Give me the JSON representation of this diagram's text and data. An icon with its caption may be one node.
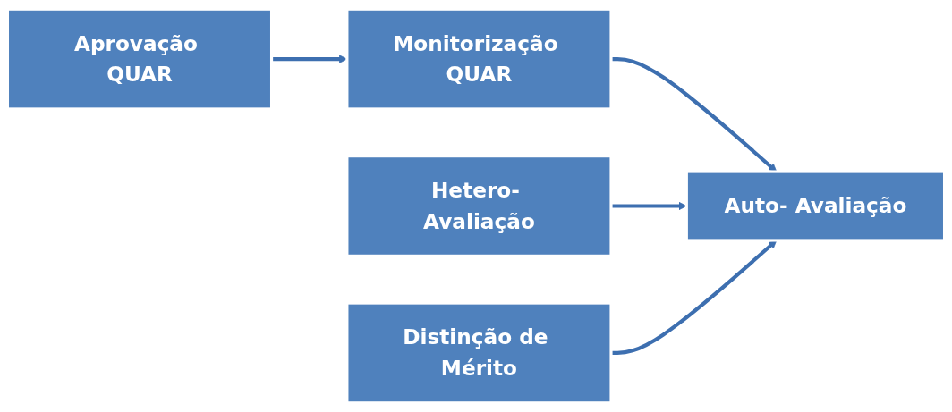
{
  "diagram": {
    "nodes": [
      {
        "text": [
          "Aprovação QUAR"
        ]
      },
      {
        "text": [
          "Monitorização QUAR"
        ]
      },
      {
        "text": [
          "Hetero- Avaliação"
        ]
      },
      {
        "text": [
          "Auto- Avaliação"
        ]
      },
      {
        "text": [
          "Distinção de Mérito"
        ]
      }
    ],
    "edges": [
      {
        "from": 0,
        "to": 1,
        "arrow": "to"
      },
      {
        "from": 1,
        "to": 3,
        "arrow": "to"
      },
      {
        "from": 2,
        "to": 3,
        "arrow": "to"
      },
      {
        "from": 4,
        "to": 3,
        "arrow": "to"
      }
    ]
  }
}
